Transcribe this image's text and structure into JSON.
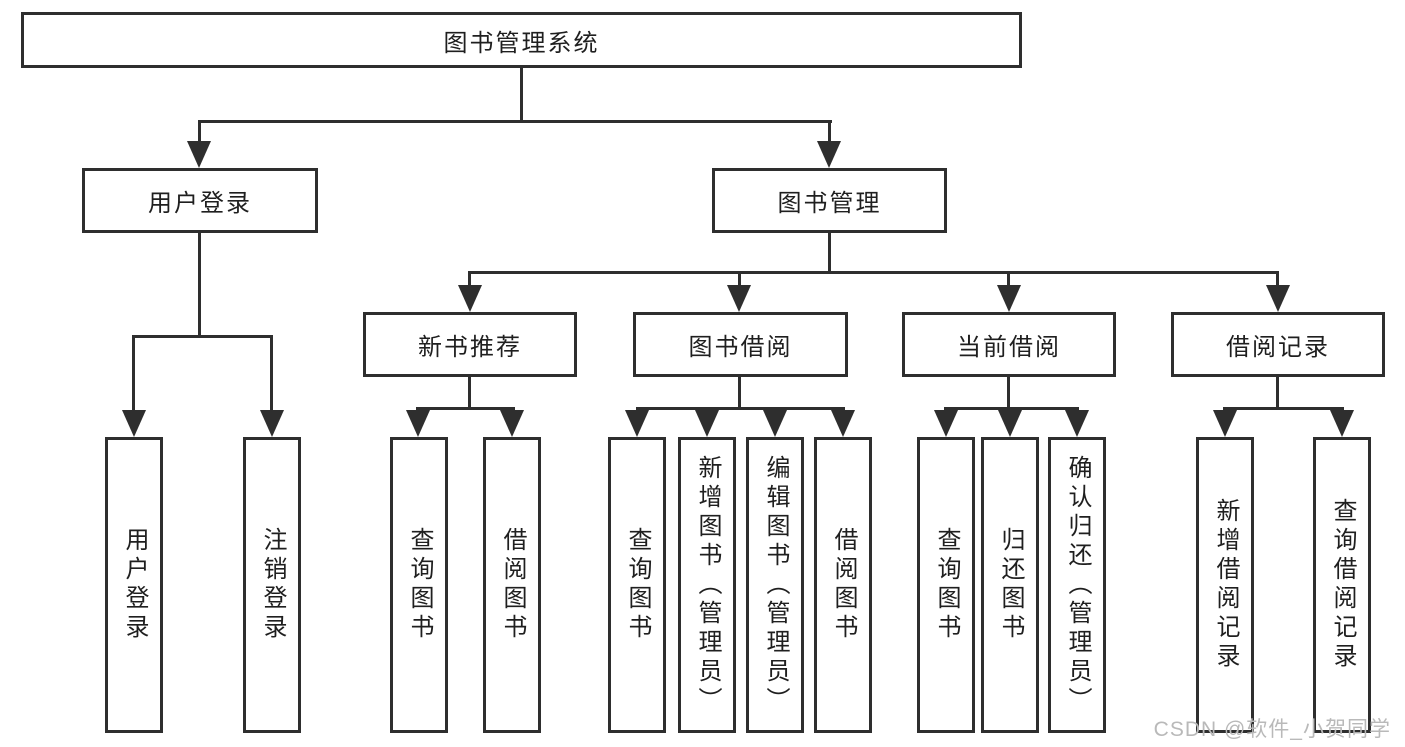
{
  "root_label": "图书管理系统",
  "branches": {
    "user_login": {
      "label": "用户登录",
      "children": [
        "用户登录",
        "注销登录"
      ]
    },
    "book_mgmt": {
      "label": "图书管理",
      "sections": [
        {
          "label": "新书推荐",
          "children": [
            "查询图书",
            "借阅图书"
          ]
        },
        {
          "label": "图书借阅",
          "children": [
            "查询图书",
            "新增图书（管理员）",
            "编辑图书（管理员）",
            "借阅图书"
          ]
        },
        {
          "label": "当前借阅",
          "children": [
            "查询图书",
            "归还图书",
            "确认归还（管理员）"
          ]
        },
        {
          "label": "借阅记录",
          "children": [
            "新增借阅记录",
            "查询借阅记录"
          ]
        }
      ]
    }
  },
  "watermark": "CSDN @软件_小贺同学",
  "colors": {
    "line": "#2e2e2e",
    "box_border": "#2e2e2e",
    "box_fill": "#ffffff",
    "text": "#1f1f1f",
    "watermark": "#b9b9b9",
    "background": "#ffffff"
  }
}
